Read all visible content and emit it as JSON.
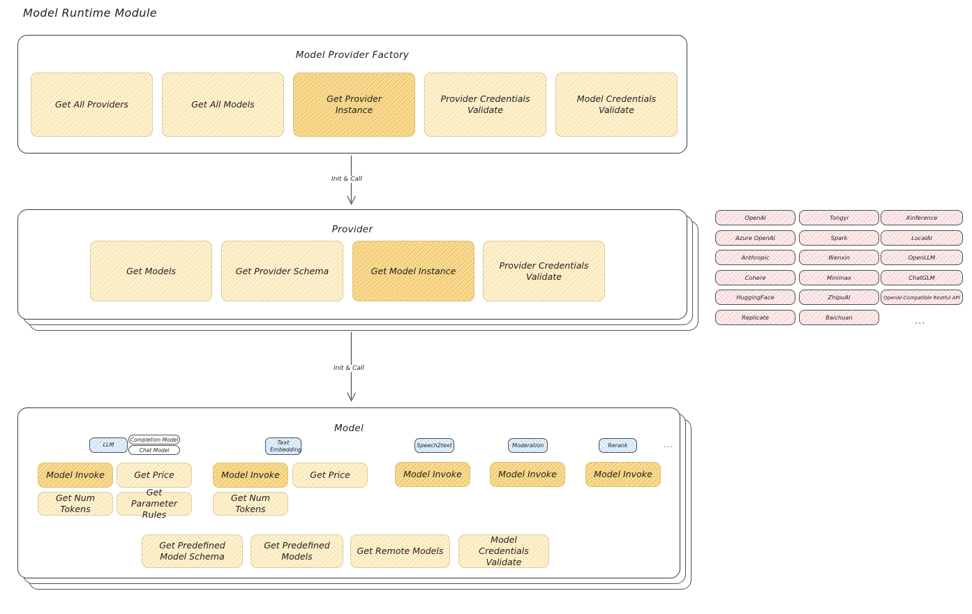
{
  "title": "Model Runtime Module",
  "colors": {
    "leaf_fill": "#fdf4da",
    "leaf_highlight_fill": "#fae3ab",
    "chip_fill": "#fdf0f0",
    "badge_fill": "#e8f2fb",
    "stroke": "#343a40"
  },
  "factory": {
    "title": "Model Provider Factory",
    "items": [
      {
        "label": "Get All Providers",
        "highlight": false
      },
      {
        "label": "Get All Models",
        "highlight": false
      },
      {
        "label": "Get Provider Instance",
        "highlight": true
      },
      {
        "label": "Provider Credentials Validate",
        "highlight": false
      },
      {
        "label": "Model Credentials Validate",
        "highlight": false
      }
    ]
  },
  "arrows": [
    {
      "label": "Init & Call"
    },
    {
      "label": "Init & Call"
    }
  ],
  "provider": {
    "title": "Provider",
    "stack_layers": 3,
    "items": [
      {
        "label": "Get Models",
        "highlight": false
      },
      {
        "label": "Get Provider Schema",
        "highlight": false
      },
      {
        "label": "Get Model Instance",
        "highlight": true
      },
      {
        "label": "Provider Credentials Validate",
        "highlight": false
      }
    ]
  },
  "provider_list": {
    "columns": [
      [
        "OpenAI",
        "Azure OpenAI",
        "Anthropic",
        "Cohere",
        "HuggingFace",
        "Replicate"
      ],
      [
        "Tongyi",
        "Spark",
        "Wenxin",
        "Minimax",
        "ZhipuAI",
        "Baichuan"
      ],
      [
        "Xinference",
        "LocalAI",
        "OpenLLM",
        "ChatGLM",
        "OpenAI-Compatible Restful API"
      ]
    ],
    "more": "..."
  },
  "model": {
    "title": "Model",
    "stack_layers": 3,
    "more": "...",
    "types": [
      {
        "badge": "LLM",
        "subtags": [
          "Completion Model",
          "Chat Model"
        ],
        "methods": [
          {
            "label": "Model Invoke",
            "highlight": true
          },
          {
            "label": "Get Price",
            "highlight": false
          },
          {
            "label": "Get Num Tokens",
            "highlight": false
          },
          {
            "label": "Get Parameter Rules",
            "highlight": false
          }
        ]
      },
      {
        "badge": "Text Embedding",
        "subtags": [],
        "methods": [
          {
            "label": "Model Invoke",
            "highlight": true
          },
          {
            "label": "Get Price",
            "highlight": false
          },
          {
            "label": "Get Num Tokens",
            "highlight": false
          }
        ]
      },
      {
        "badge": "Speech2text",
        "subtags": [],
        "methods": [
          {
            "label": "Model Invoke",
            "highlight": true
          }
        ]
      },
      {
        "badge": "Moderation",
        "subtags": [],
        "methods": [
          {
            "label": "Model Invoke",
            "highlight": true
          }
        ]
      },
      {
        "badge": "Rerank",
        "subtags": [],
        "methods": [
          {
            "label": "Model Invoke",
            "highlight": true
          }
        ]
      }
    ],
    "common_methods": [
      {
        "label": "Get Predefined Model Schema"
      },
      {
        "label": "Get Predefined Models"
      },
      {
        "label": "Get Remote Models"
      },
      {
        "label": "Model Credentials Validate"
      }
    ]
  }
}
